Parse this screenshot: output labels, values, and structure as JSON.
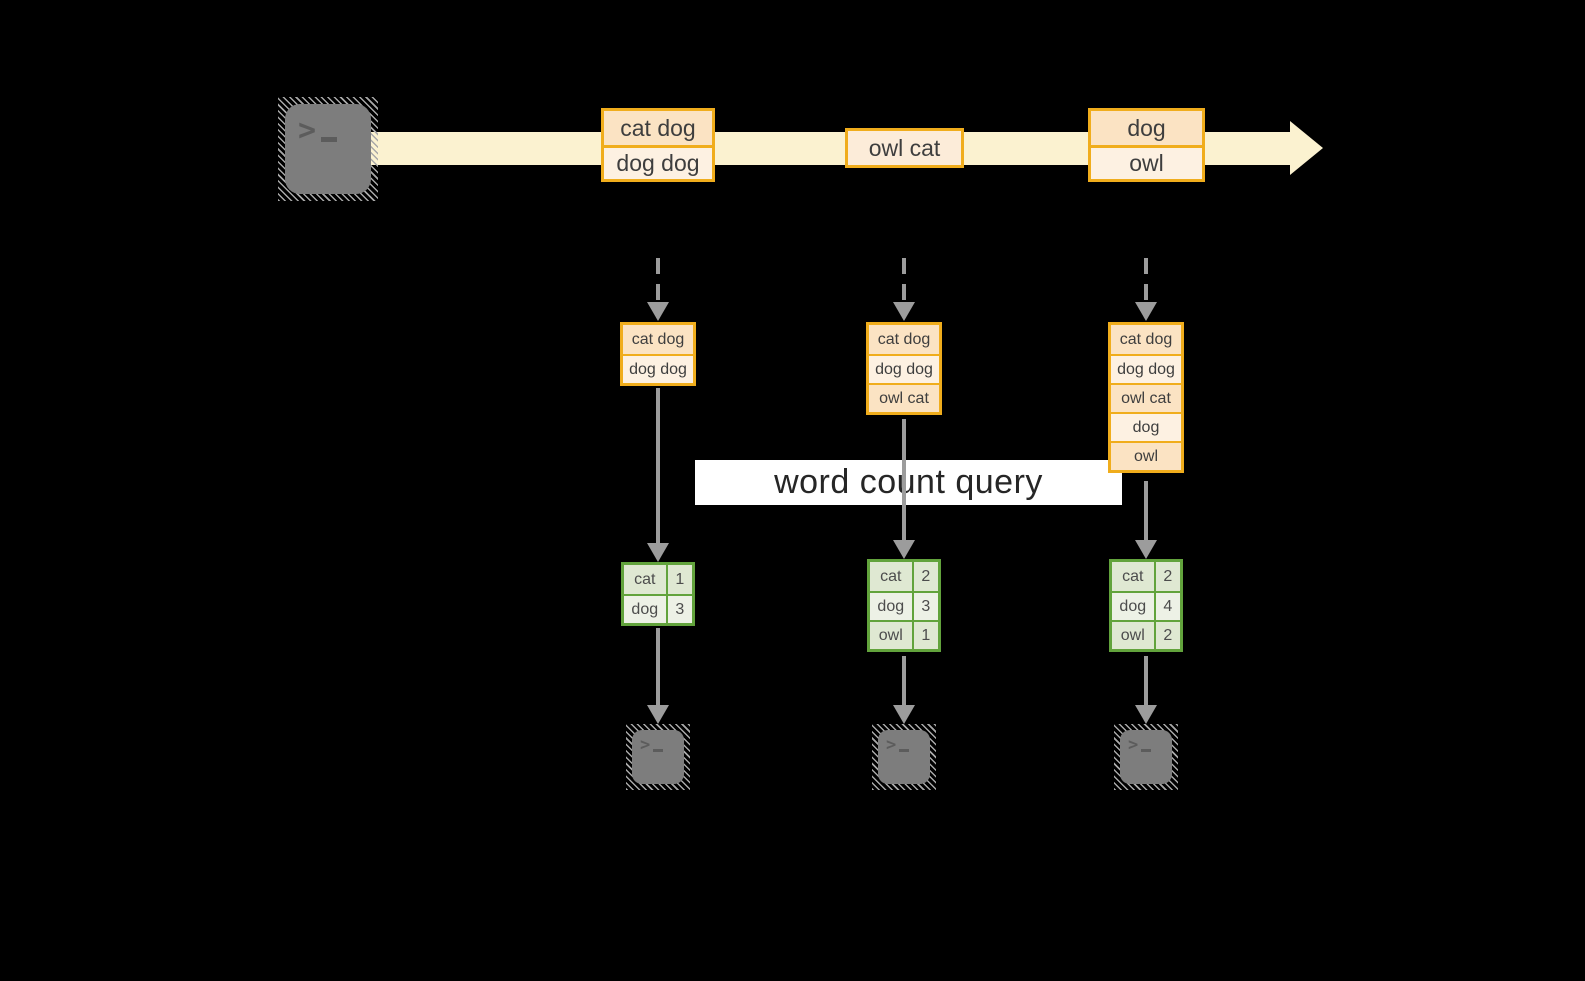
{
  "icons": {
    "source": "terminal-icon",
    "consumer": "terminal-icon",
    "prompt_glyph": ">"
  },
  "stream": {
    "events": [
      {
        "lines": [
          "cat dog",
          "dog dog"
        ]
      },
      {
        "lines": [
          "owl cat"
        ]
      },
      {
        "lines": [
          "dog",
          "owl"
        ]
      }
    ]
  },
  "query": {
    "label": "word count query"
  },
  "columns": [
    {
      "buffer": [
        "cat dog",
        "dog dog"
      ],
      "counts": [
        {
          "word": "cat",
          "count": "1"
        },
        {
          "word": "dog",
          "count": "3"
        }
      ]
    },
    {
      "buffer": [
        "cat dog",
        "dog dog",
        "owl cat"
      ],
      "counts": [
        {
          "word": "cat",
          "count": "2"
        },
        {
          "word": "dog",
          "count": "3"
        },
        {
          "word": "owl",
          "count": "1"
        }
      ]
    },
    {
      "buffer": [
        "cat dog",
        "dog dog",
        "owl cat",
        "dog",
        "owl"
      ],
      "counts": [
        {
          "word": "cat",
          "count": "2"
        },
        {
          "word": "dog",
          "count": "4"
        },
        {
          "word": "owl",
          "count": "2"
        }
      ]
    }
  ],
  "colors": {
    "accent_orange": "#f0ad1c",
    "peach_fill": "#fbe3c3",
    "cream_fill": "#fdf1e2",
    "stream_band": "#fbf2d0",
    "green_border": "#62a33c",
    "green_cell": "#dfe8d2",
    "green_cell_light": "#edf1e6",
    "arrow_gray": "#9c9c9c",
    "terminal_gray": "#7d7d7d",
    "banner_bg": "#ffffff"
  }
}
